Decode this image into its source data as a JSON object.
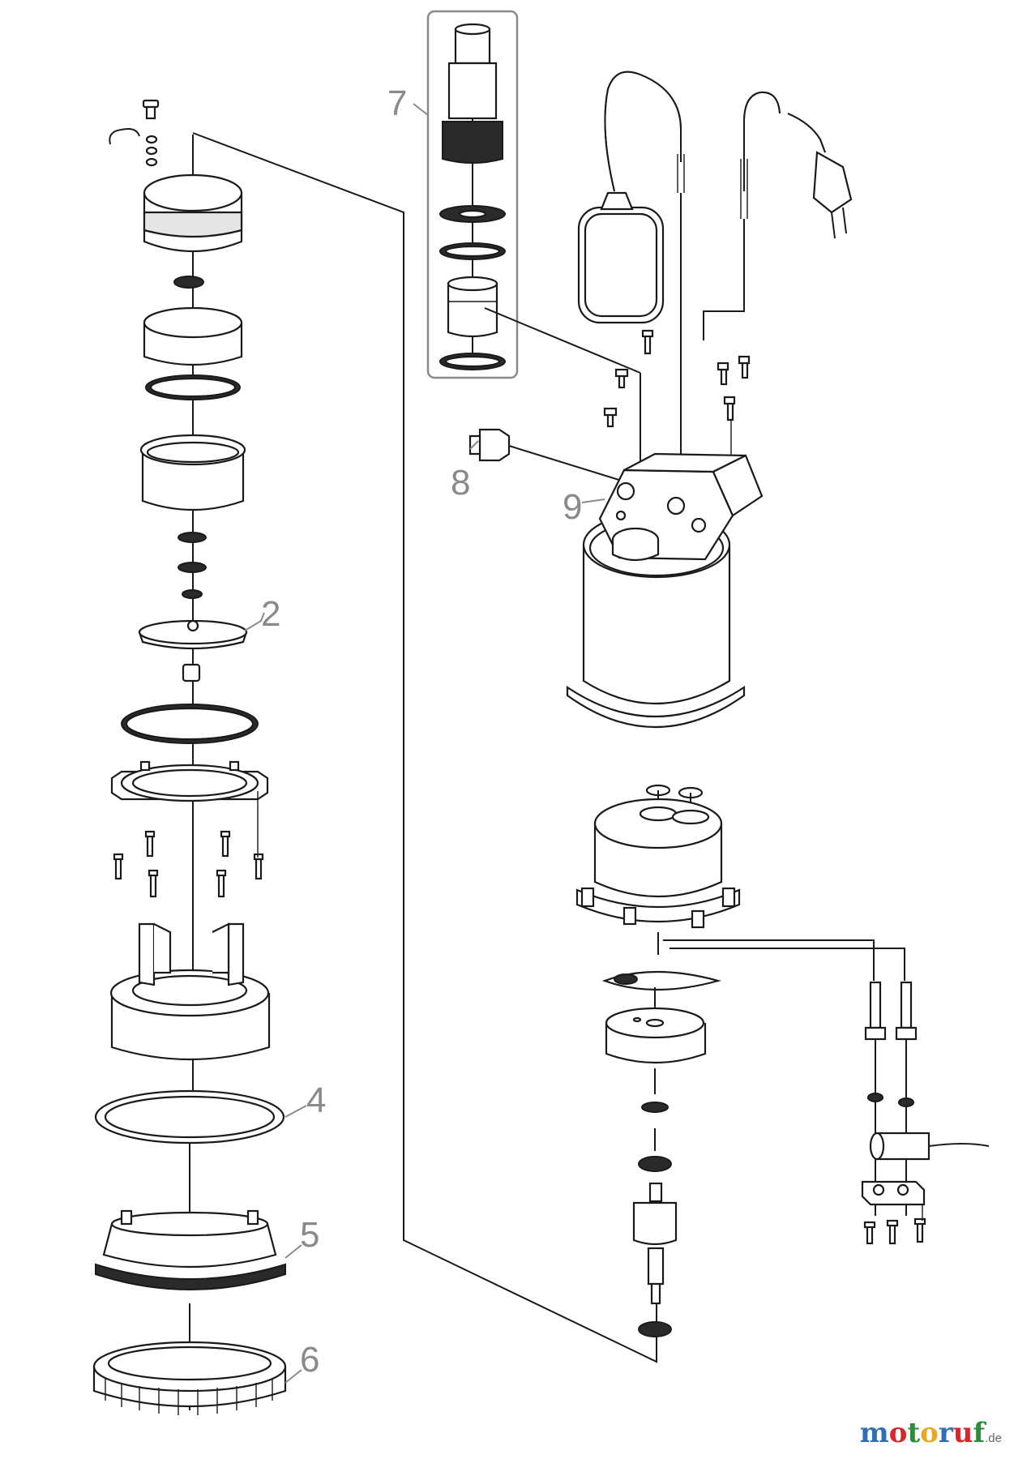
{
  "diagram": {
    "callouts": [
      "2",
      "4",
      "5",
      "6",
      "7",
      "8",
      "9"
    ]
  },
  "watermark": {
    "text_m": "m",
    "text_o1": "o",
    "text_t": "t",
    "text_o2": "o",
    "text_r": "r",
    "text_u": "u",
    "text_f": "f",
    "suffix": ".de",
    "colors": {
      "m": "#2e6fb5",
      "o1": "#d9262b",
      "t": "#2e8b3a",
      "o2": "#e8a81f",
      "r": "#2e6fb5",
      "u": "#d9262b",
      "f": "#2e8b3a"
    }
  }
}
